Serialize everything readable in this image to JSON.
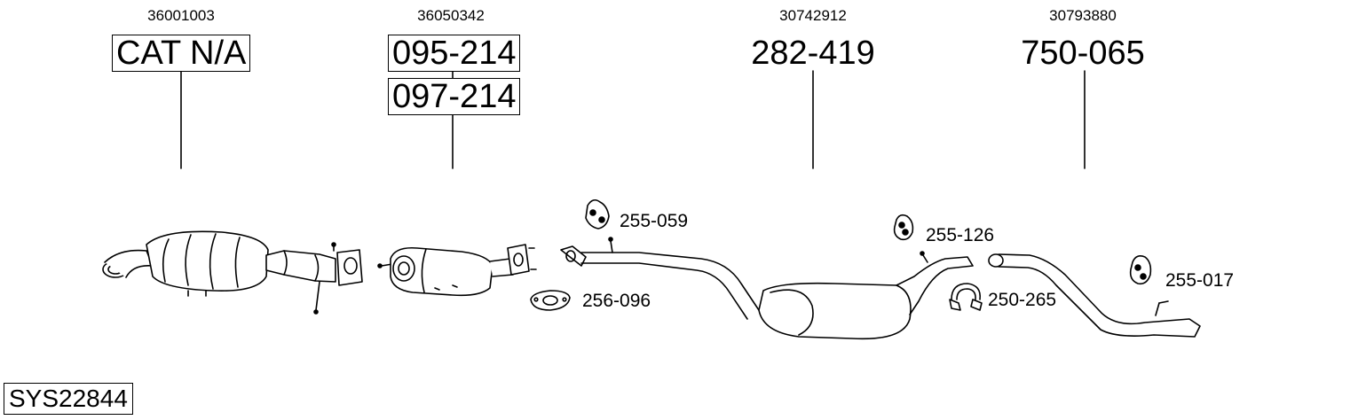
{
  "groups": [
    {
      "oem": "36001003",
      "parts": [
        "CAT N/A"
      ],
      "boxed": true
    },
    {
      "oem": "36050342",
      "parts": [
        "095-214",
        "097-214"
      ],
      "boxed": true
    },
    {
      "oem": "30742912",
      "parts": [
        "282-419"
      ],
      "boxed": false
    },
    {
      "oem": "30793880",
      "parts": [
        "750-065"
      ],
      "boxed": false
    }
  ],
  "accessories": {
    "a1": "255-059",
    "a2": "256-096",
    "a3": "255-126",
    "a4": "250-265",
    "a5": "255-017"
  },
  "system_code": "SYS22844"
}
